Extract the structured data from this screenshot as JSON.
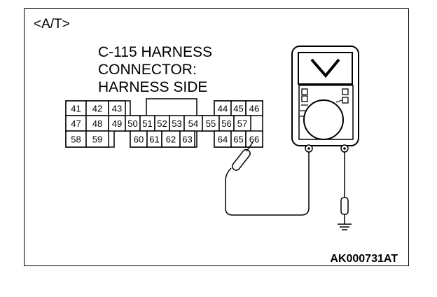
{
  "variant_label": "<A/T>",
  "connector_title": [
    "C-115 HARNESS",
    "CONNECTOR:",
    "HARNESS SIDE"
  ],
  "pins": {
    "row1_left": [
      "41",
      "42",
      "43"
    ],
    "row1_right": [
      "44",
      "45",
      "46"
    ],
    "row2": [
      "47",
      "48",
      "49",
      "50",
      "51",
      "52",
      "53",
      "54",
      "55",
      "56",
      "57"
    ],
    "row3_left": [
      "58",
      "59"
    ],
    "row3_mid": [
      "60",
      "61",
      "62",
      "63"
    ],
    "row3_right": [
      "64",
      "65",
      "66"
    ]
  },
  "probe_pin": "66",
  "meter_mode": "voltage",
  "figure_code": "AK000731AT"
}
